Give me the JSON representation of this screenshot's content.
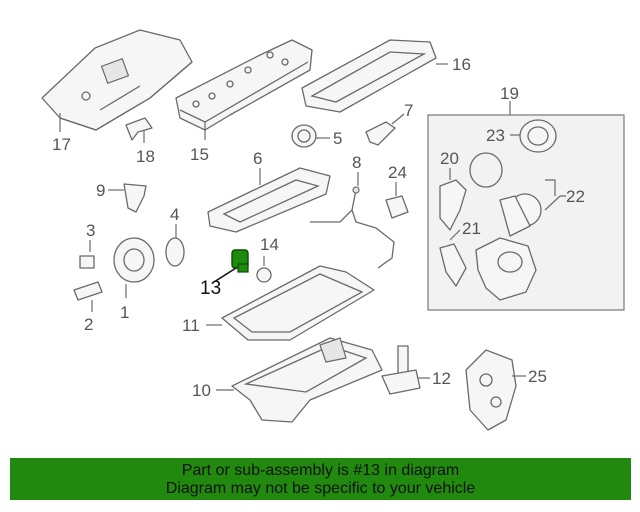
{
  "diagram": {
    "callouts": [
      "1",
      "2",
      "3",
      "4",
      "5",
      "6",
      "7",
      "8",
      "9",
      "10",
      "11",
      "12",
      "13",
      "14",
      "15",
      "16",
      "17",
      "18",
      "19",
      "20",
      "21",
      "22",
      "23",
      "24",
      "25"
    ],
    "highlighted_part": "13",
    "highlight_color": "#1e8a10"
  },
  "banner": {
    "line1": "Part or sub-assembly is #13 in diagram",
    "line2": "Diagram may not be specific to your vehicle",
    "background": "#218a0e"
  }
}
